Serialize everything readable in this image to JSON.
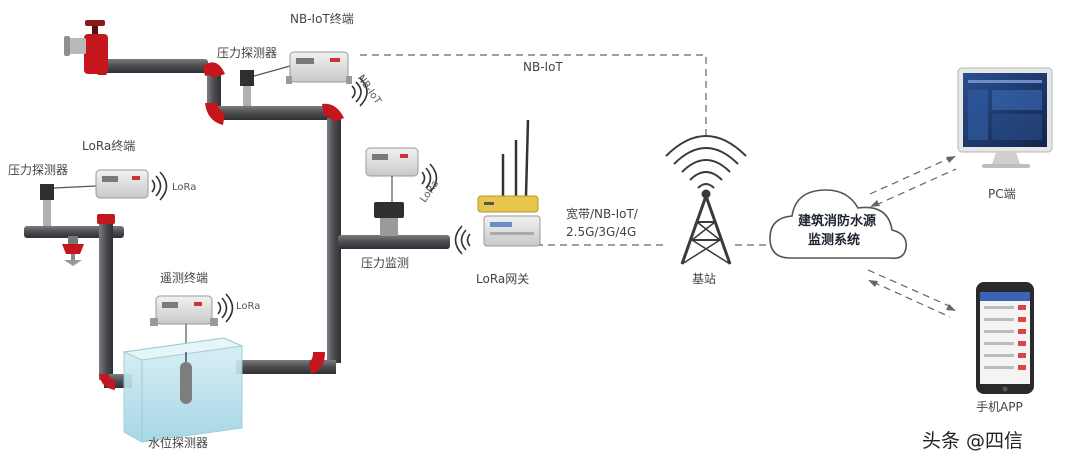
{
  "labels": {
    "nbiot_terminal": "NB-IoT终端",
    "pressure_probe_top": "压力探测器",
    "nbiot_link": "NB-IoT",
    "nbiot_signal": "NB-IoT",
    "lora_terminal": "LoRa终端",
    "pressure_probe_left": "压力探测器",
    "lora_signal_left": "LoRa",
    "lora_signal_mid": "LoRa",
    "pressure_monitor": "压力监测",
    "remote_terminal": "遥测终端",
    "lora_signal_remote": "LoRa",
    "water_level_probe": "水位探测器",
    "lora_gateway": "LoRa网关",
    "backhaul_line1": "宽带/NB-IoT/",
    "backhaul_line2": "2.5G/3G/4G",
    "base_station": "基站",
    "cloud_line1": "建筑消防水源",
    "cloud_line2": "监测系统",
    "pc": "PC端",
    "mobile_app": "手机APP",
    "watermark": "头条 @四信"
  },
  "colors": {
    "pipe": "#4d4f52",
    "pipe_joint": "#c4161c",
    "link_dash": "#666666",
    "tank_water": "#bfe4ef",
    "device_body": "#e6e6e6",
    "router": "#e8c64d",
    "screen": "#1f3f7a"
  },
  "icons": [
    "fire-hydrant-valve-icon",
    "sprinkler-icon",
    "radio-wave-icon",
    "cell-tower-icon",
    "cloud-icon",
    "monitor-icon",
    "smartphone-icon",
    "router-icon"
  ]
}
